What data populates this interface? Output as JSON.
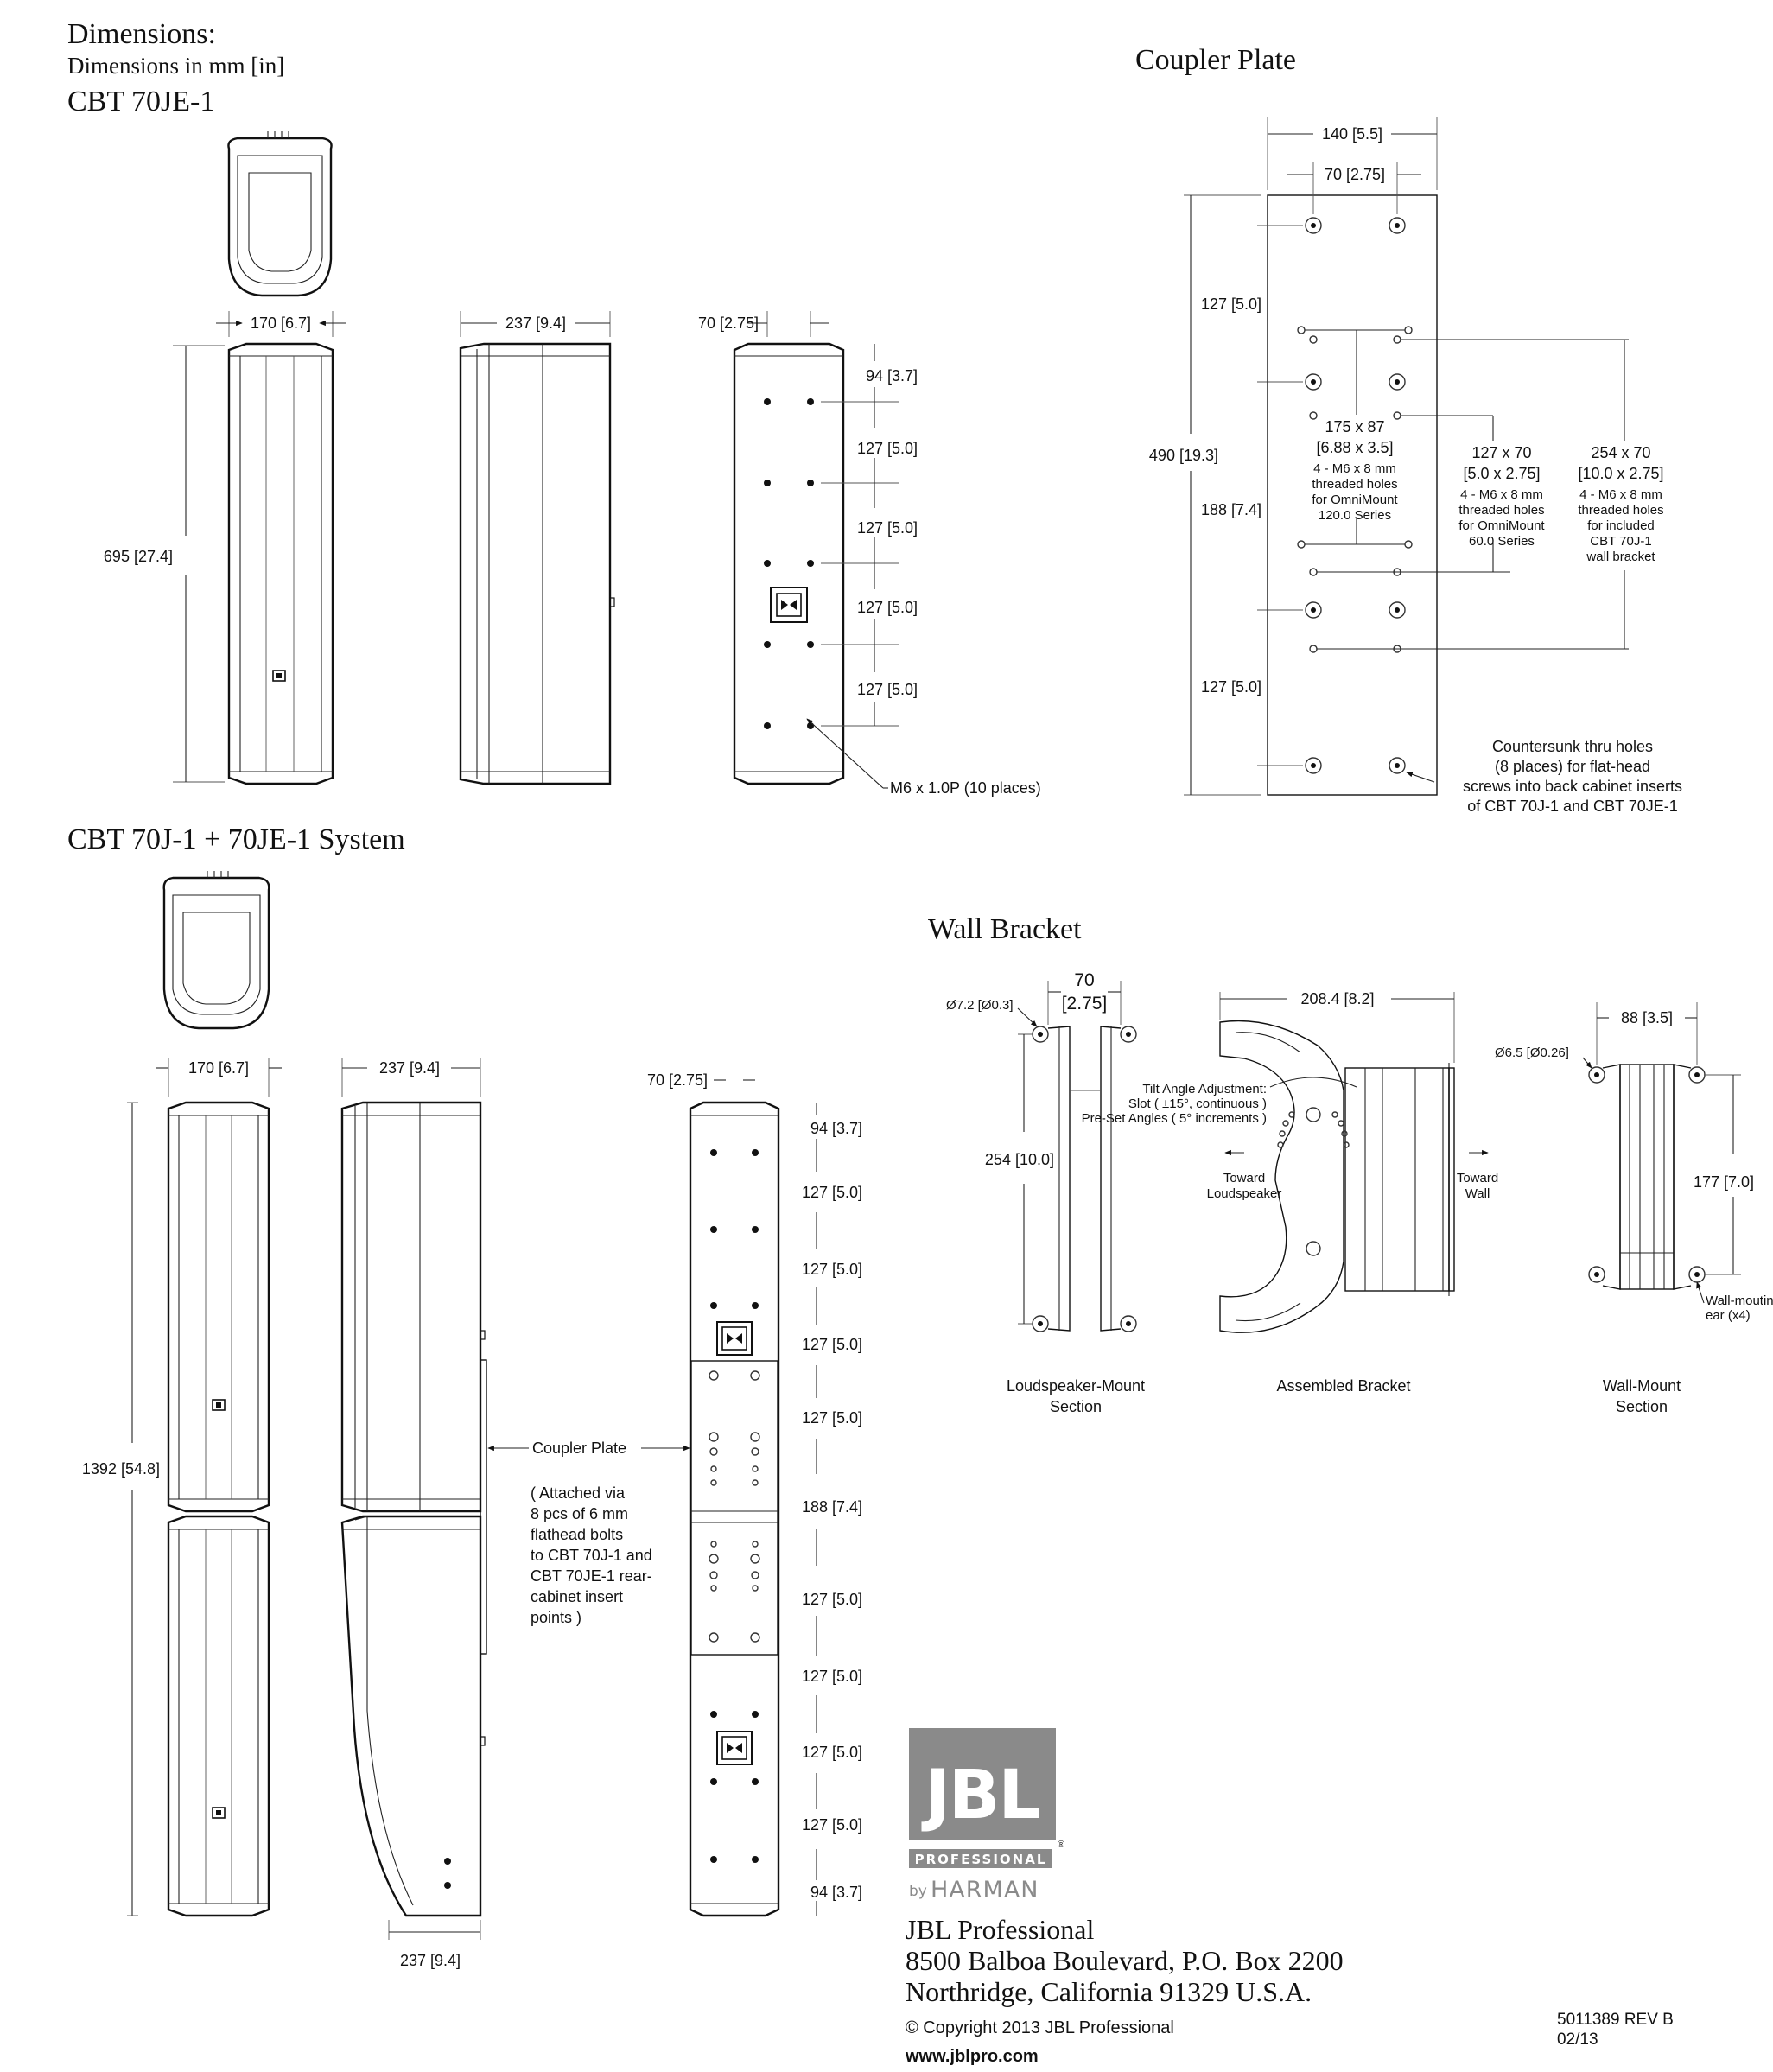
{
  "header": {
    "title": "Dimensions:",
    "subtitle": "Dimensions in mm [in]",
    "model_label": "CBT 70JE-1"
  },
  "cbt70je1": {
    "width_front": "170 [6.7]",
    "depth_side": "237 [9.4]",
    "width_rear": "70 [2.75]",
    "height": "695 [27.4]",
    "rear_spacings": [
      "94 [3.7]",
      "127 [5.0]",
      "127 [5.0]",
      "127 [5.0]",
      "127 [5.0]"
    ],
    "insert_note": "M6 x 1.0P (10 places)"
  },
  "system": {
    "title": "CBT 70J-1 + 70JE-1 System",
    "width_front": "170 [6.7]",
    "depth_top": "237 [9.4]",
    "depth_bottom": "237 [9.4]",
    "width_rear": "70 [2.75]",
    "height": "1392 [54.8]",
    "coupler_label": "Coupler Plate",
    "coupler_note": [
      "( Attached via",
      "8 pcs of 6 mm",
      "flathead bolts",
      "to CBT 70J-1 and",
      "CBT 70JE-1 rear-",
      "cabinet insert",
      "points )"
    ],
    "rear_spacings": [
      "94 [3.7]",
      "127 [5.0]",
      "127 [5.0]",
      "127 [5.0]",
      "127 [5.0]",
      "188 [7.4]",
      "127 [5.0]",
      "127 [5.0]",
      "127 [5.0]",
      "127 [5.0]",
      "94 [3.7]"
    ]
  },
  "coupler_plate": {
    "title": "Coupler Plate",
    "width_outer": "140 [5.5]",
    "width_inner": "70 [2.75]",
    "height": "490 [19.3]",
    "seg_top": "127 [5.0]",
    "seg_mid": "188 [7.4]",
    "seg_bottom": "127 [5.0]",
    "pattern_a": [
      "175 x 87",
      "[6.88 x 3.5]",
      "4 - M6 x 8 mm",
      "threaded holes",
      "for OmniMount",
      "120.0 Series"
    ],
    "pattern_b": [
      "127 x 70",
      "[5.0 x 2.75]",
      "4 - M6 x 8 mm",
      "threaded holes",
      "for OmniMount",
      "60.0 Series"
    ],
    "pattern_c": [
      "254 x 70",
      "[10.0 x 2.75]",
      "4 - M6 x 8 mm",
      "threaded holes",
      "for included",
      "CBT 70J-1",
      "wall bracket"
    ],
    "countersunk_note": [
      "Countersunk thru holes",
      "(8 places) for flat-head",
      "screws into back cabinet inserts",
      "of CBT 70J-1 and CBT 70JE-1"
    ]
  },
  "wall_bracket": {
    "title": "Wall Bracket",
    "hole_dia_left": "Ø7.2 [Ø0.3]",
    "width_70": "70",
    "width_70_in": "[2.75]",
    "height_254": "254 [10.0]",
    "width_assembled": "208.4 [8.2]",
    "tilt_title": "Tilt Angle Adjustment:",
    "tilt_slot": "Slot ( ±15°, continuous )",
    "tilt_preset": "Pre-Set Angles ( 5° increments )",
    "toward_loudspeaker": [
      "Toward",
      "Loudspeaker"
    ],
    "toward_wall": [
      "Toward",
      "Wall"
    ],
    "width_88": "88 [3.5]",
    "hole_dia_right": "Ø6.5 [Ø0.26]",
    "height_177": "177 [7.0]",
    "ear_note": [
      "Wall-mouting",
      "ear (x4)"
    ],
    "captions": {
      "left": [
        "Loudspeaker-Mount",
        "Section"
      ],
      "center": "Assembled Bracket",
      "right": [
        "Wall-Mount",
        "Section"
      ]
    }
  },
  "brand": {
    "logo_word": "JBL",
    "logo_registered": "®",
    "logo_professional": "PROFESSIONAL",
    "logo_by": "by",
    "logo_harman": "HARMAN",
    "logo_color": "#8a8a8a"
  },
  "footer": {
    "company": "JBL Professional",
    "address1": "8500 Balboa Boulevard, P.O. Box 2200",
    "address2": "Northridge, California 91329 U.S.A.",
    "copyright": "© Copyright 2013 JBL Professional",
    "website": "www.jblpro.com",
    "doc_number": "5011389 REV B",
    "doc_date": "02/13"
  }
}
